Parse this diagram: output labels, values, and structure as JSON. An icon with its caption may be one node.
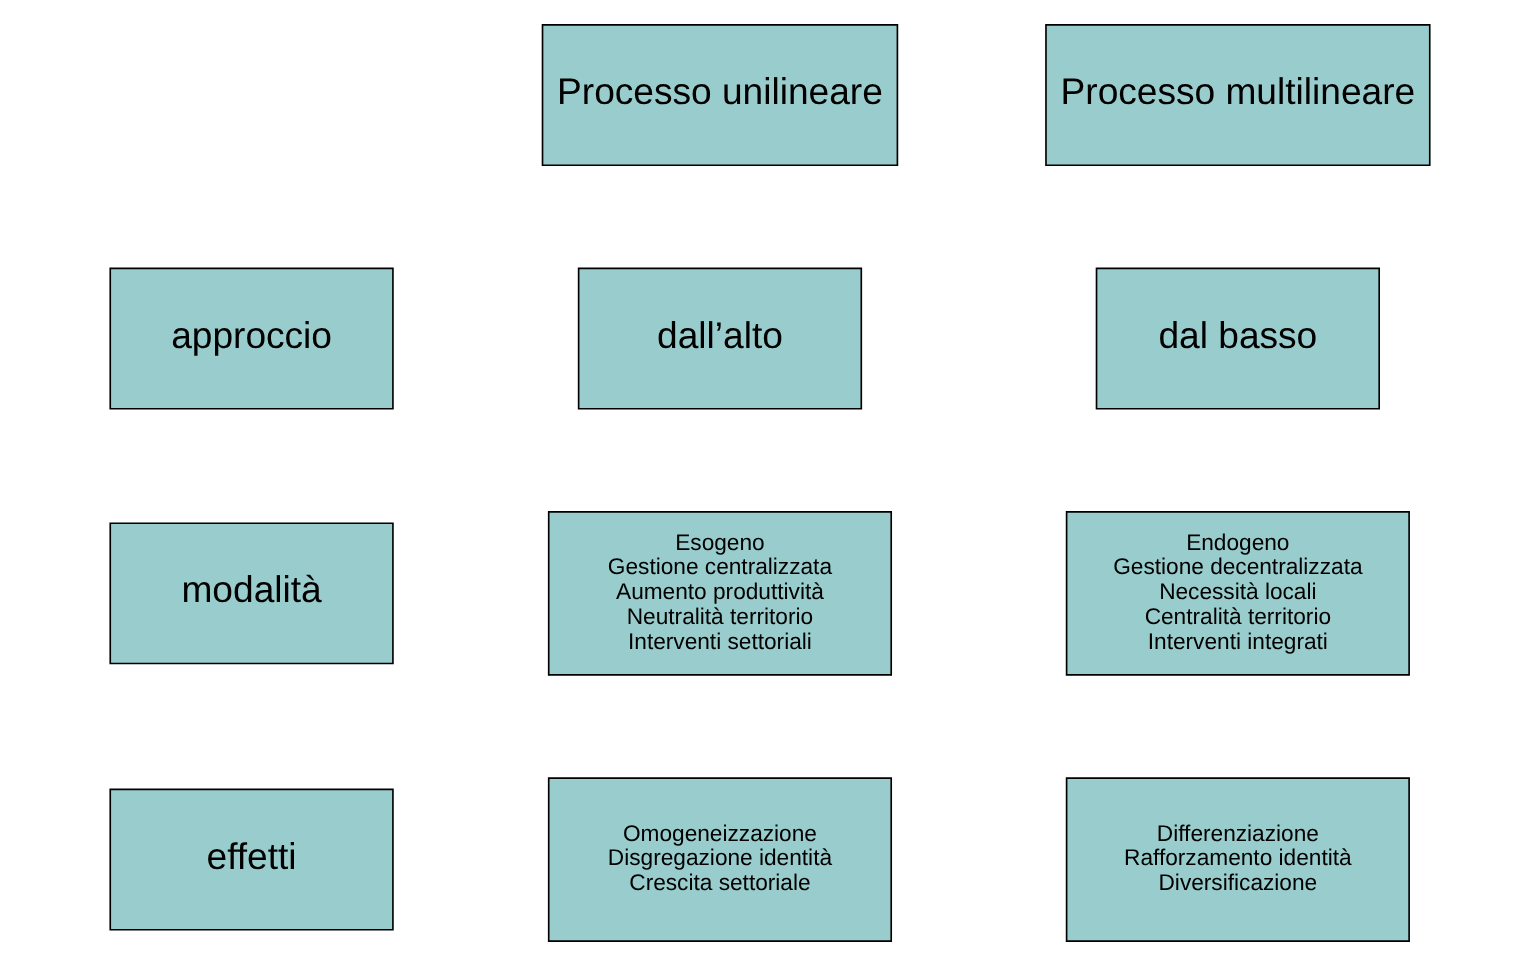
{
  "diagram": {
    "nodes": [
      {
        "text": [
          "Processo unilineare"
        ]
      },
      {
        "text": [
          "Processo multilineare"
        ]
      },
      {
        "text": [
          "approccio"
        ]
      },
      {
        "text": [
          "dall’alto"
        ]
      },
      {
        "text": [
          "dal basso"
        ]
      },
      {
        "text": [
          "modalità"
        ]
      },
      {
        "text": [
          "Esogeno",
          "Gestione centralizzata",
          "Aumento produttività",
          "Neutralità territorio",
          "Interventi settoriali"
        ]
      },
      {
        "text": [
          "Endogeno",
          "Gestione decentralizzata",
          "Necessità locali",
          "Centralità territorio",
          "Interventi integrati"
        ]
      },
      {
        "text": [
          "effetti"
        ]
      },
      {
        "text": [
          "Omogeneizzazione",
          "Disgregazione identità",
          "Crescita settoriale"
        ]
      },
      {
        "text": [
          "Differenziazione",
          "Rafforzamento identità",
          "Diversificazione"
        ]
      }
    ]
  }
}
